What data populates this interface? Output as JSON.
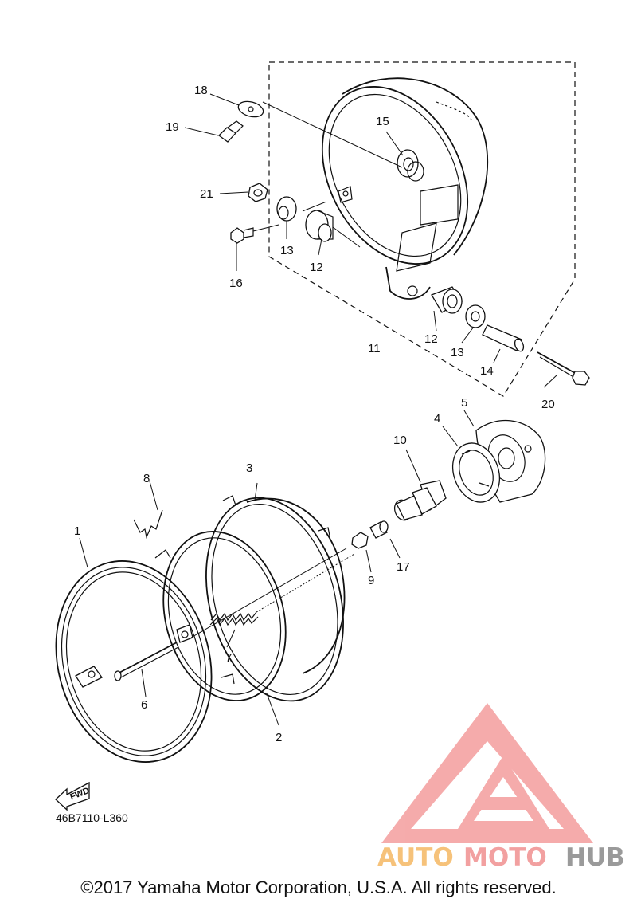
{
  "diagram_code": "46B7110-L360",
  "fwd_label": "FWD",
  "copyright": "©2017 Yamaha Motor Corporation, U.S.A. All rights reserved.",
  "watermark": {
    "part1": "AUTO",
    "part2": "MOTO",
    "part3": "HUB"
  },
  "callouts": {
    "c1": "1",
    "c2": "2",
    "c3": "3",
    "c4": "4",
    "c5": "5",
    "c6": "6",
    "c7": "7",
    "c8": "8",
    "c9": "9",
    "c10": "10",
    "c11": "11",
    "c12a": "12",
    "c12b": "12",
    "c13a": "13",
    "c13b": "13",
    "c14": "14",
    "c15": "15",
    "c16": "16",
    "c17": "17",
    "c18": "18",
    "c19": "19",
    "c20": "20",
    "c21": "21"
  },
  "colors": {
    "line": "#111111",
    "watermark_red": "#f2a0a0",
    "watermark_orange": "#f6c27a",
    "watermark_gray": "#9a9a9a"
  }
}
